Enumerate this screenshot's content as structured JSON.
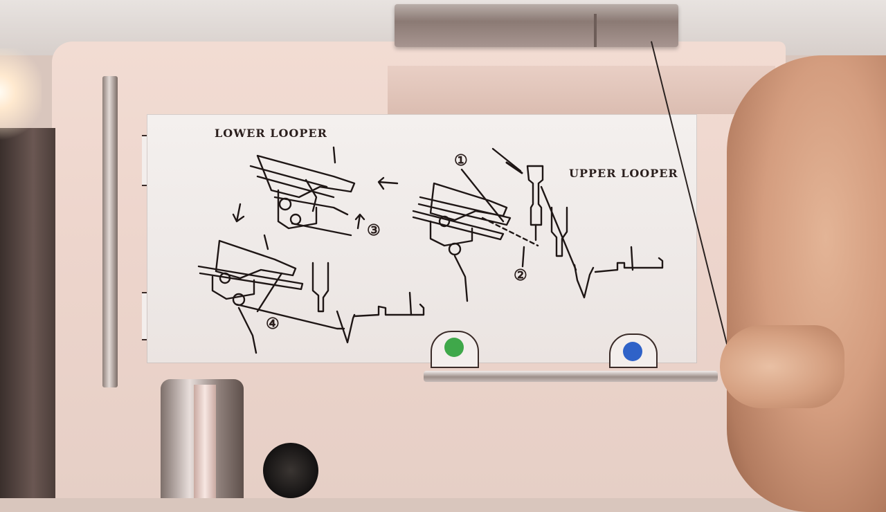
{
  "photo": {
    "subject": "serger-threading-guide",
    "labels": {
      "lower_looper": "LOWER LOOPER",
      "upper_looper": "UPPER LOOPER",
      "step_1": "①",
      "step_2": "②",
      "step_3": "③",
      "step_4": "④"
    },
    "colors": {
      "green_dot": "#3fa84a",
      "blue_dot": "#2f62c8",
      "diagram_ink": "#1e1615",
      "card": "#f1ecea"
    },
    "icons": [
      "arrow-left-icon",
      "arrow-down-icon",
      "arrow-up-icon"
    ]
  }
}
